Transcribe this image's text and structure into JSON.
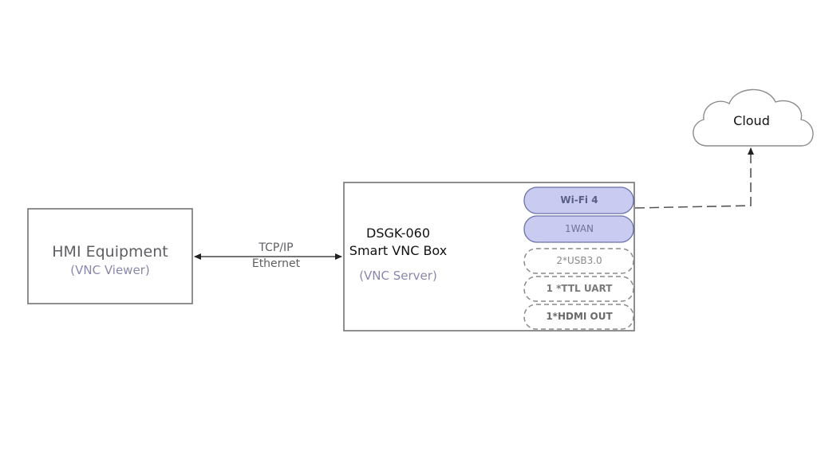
{
  "nodes": {
    "hmi": {
      "title": "HMI Equipment",
      "subtitle": "(VNC Viewer)"
    },
    "box": {
      "model": "DSGK-060",
      "name": "Smart VNC Box",
      "subtitle": "(VNC Server)"
    },
    "cloud": {
      "label": "Cloud"
    }
  },
  "link": {
    "protocol": "TCP/IP",
    "medium": "Ethernet"
  },
  "ports": [
    {
      "label": "Wi-Fi 4",
      "style": "filled",
      "bold": true
    },
    {
      "label": "1WAN",
      "style": "filled",
      "bold": false
    },
    {
      "label": "2*USB3.0",
      "style": "dashed",
      "bold": false
    },
    {
      "label": "1 *TTL UART",
      "style": "dashed",
      "bold": true
    },
    {
      "label": "1*HDMI OUT",
      "style": "dashed",
      "bold": true
    }
  ],
  "colors": {
    "port_fill": "#c9cbf1",
    "port_stroke": "#6b70a8",
    "dashed_stroke": "#8a8a8a",
    "box_stroke": "#6a6a6a",
    "accent_text": "#8a87ad"
  }
}
